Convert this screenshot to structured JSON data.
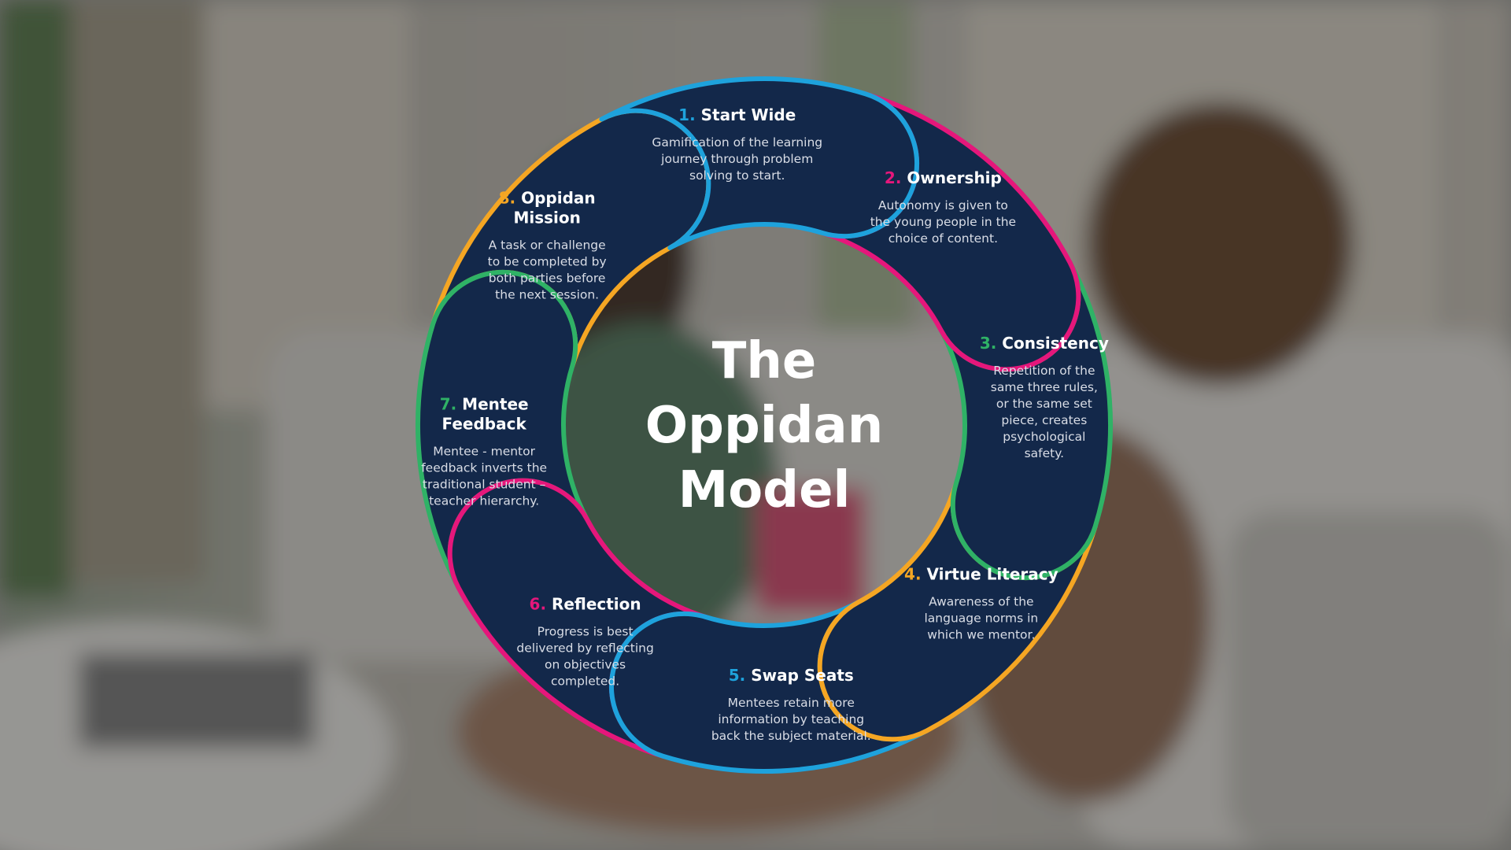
{
  "title": [
    "The",
    "Oppidan",
    "Model"
  ],
  "colors": {
    "navy": "#13284a",
    "blue": "#1ea2dc",
    "pink": "#e5177b",
    "green": "#2fb266",
    "orange": "#f5a623"
  },
  "segments": [
    {
      "num": "1.",
      "title": [
        "Start Wide"
      ],
      "desc": [
        "Gamification of the learning",
        "journey through problem",
        "solving to start."
      ],
      "color": "blue"
    },
    {
      "num": "2.",
      "title": [
        "Ownership"
      ],
      "desc": [
        "Autonomy is given to",
        "the young people in the",
        "choice of content."
      ],
      "color": "pink"
    },
    {
      "num": "3.",
      "title": [
        "Consistency"
      ],
      "desc": [
        "Repetition of the",
        "same three rules,",
        "or the same set",
        "piece, creates",
        "psychological",
        "safety."
      ],
      "color": "green"
    },
    {
      "num": "4.",
      "title": [
        "Virtue Literacy"
      ],
      "desc": [
        "Awareness of the",
        "language norms in",
        "which we mentor."
      ],
      "color": "orange"
    },
    {
      "num": "5.",
      "title": [
        "Swap Seats"
      ],
      "desc": [
        "Mentees retain more",
        "information by teaching",
        "back the subject material."
      ],
      "color": "blue"
    },
    {
      "num": "6.",
      "title": [
        "Reflection"
      ],
      "desc": [
        "Progress is best",
        "delivered by reflecting",
        "on objectives",
        "completed."
      ],
      "color": "pink"
    },
    {
      "num": "7.",
      "title": [
        "Mentee",
        "Feedback"
      ],
      "desc": [
        "Mentee - mentor",
        "feedback inverts the",
        "traditional student –",
        "teacher hierarchy."
      ],
      "color": "green"
    },
    {
      "num": "8.",
      "title": [
        "Oppidan",
        "Mission"
      ],
      "desc": [
        "A task or challenge",
        "to be completed by",
        "both parties before",
        "the next session."
      ],
      "color": "orange"
    }
  ]
}
